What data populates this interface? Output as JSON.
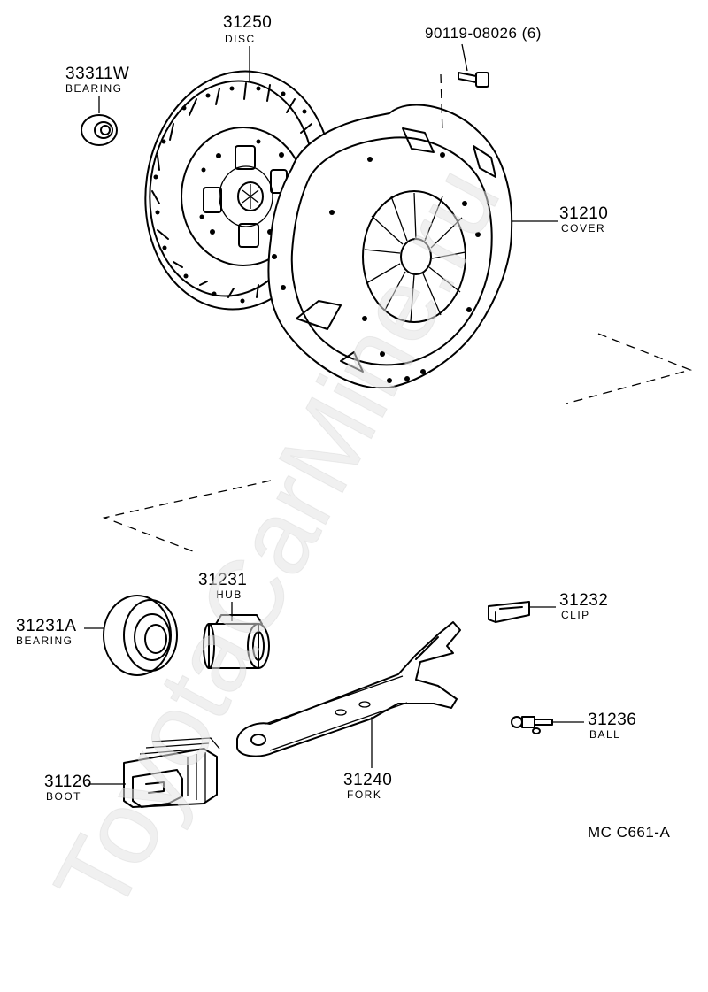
{
  "diagram_code": "MC  C661-A",
  "watermark": "ToyotaCarMine.ru",
  "parts": [
    {
      "id": "disc",
      "number": "31250",
      "name": "DISC"
    },
    {
      "id": "bolt",
      "number": "90119-08026 (6)",
      "name": ""
    },
    {
      "id": "pilot-bearing",
      "number": "33311W",
      "name": "BEARING"
    },
    {
      "id": "cover",
      "number": "31210",
      "name": "COVER"
    },
    {
      "id": "hub",
      "number": "31231",
      "name": "HUB"
    },
    {
      "id": "release-bearing",
      "number": "31231A",
      "name": "BEARING"
    },
    {
      "id": "clip",
      "number": "31232",
      "name": "CLIP"
    },
    {
      "id": "ball",
      "number": "31236",
      "name": "BALL"
    },
    {
      "id": "boot",
      "number": "31126",
      "name": "BOOT"
    },
    {
      "id": "fork",
      "number": "31240",
      "name": "FORK"
    }
  ]
}
